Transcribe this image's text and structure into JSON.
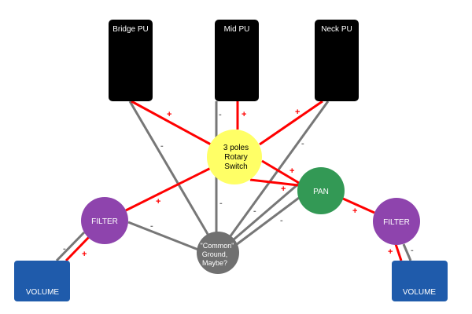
{
  "diagram": {
    "nodes": {
      "bridge_pu": {
        "label": "Bridge PU",
        "color": "#000000"
      },
      "mid_pu": {
        "label": "Mid PU",
        "color": "#000000"
      },
      "neck_pu": {
        "label": "Neck PU",
        "color": "#000000"
      },
      "rotary_switch": {
        "lines": [
          "3 poles",
          "Rotary",
          "Switch"
        ],
        "color": "#ffff66"
      },
      "pan": {
        "label": "PAN",
        "color": "#339955"
      },
      "filter_left": {
        "label": "FILTER",
        "color": "#8e44ad"
      },
      "filter_right": {
        "label": "FILTER",
        "color": "#8e44ad"
      },
      "ground": {
        "lines": [
          "\"Common\"",
          "Ground,",
          "Maybe?"
        ],
        "color": "#707070"
      },
      "volume_left": {
        "label": "VOLUME",
        "color": "#1f5bab"
      },
      "volume_right": {
        "label": "VOLUME",
        "color": "#1f5bab"
      }
    },
    "wire_colors": {
      "positive": "#ff0000",
      "negative": "#707070"
    },
    "signs": {
      "plus": "+",
      "minus": "-"
    }
  }
}
